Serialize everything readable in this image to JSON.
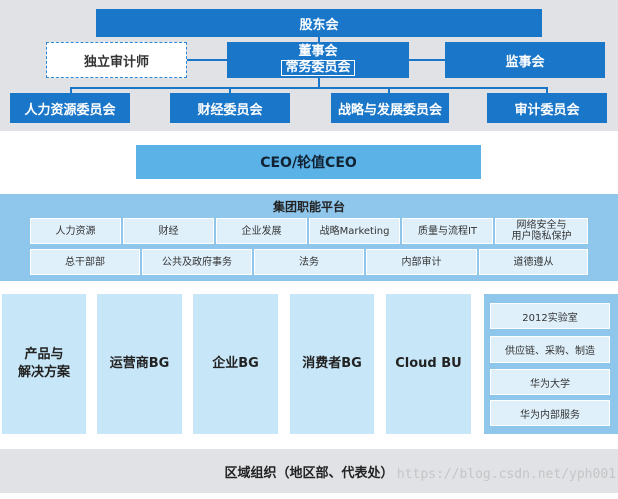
{
  "governance": {
    "shareholders": "股东会",
    "independent_auditor": "独立审计师",
    "board": "董事会",
    "executive_committee": "常务委员会",
    "supervisory_board": "监事会",
    "committees": [
      "人力资源委员会",
      "财经委员会",
      "战略与发展委员会",
      "审计委员会"
    ]
  },
  "ceo": "CEO/轮值CEO",
  "platform": {
    "title": "集团职能平台",
    "row1": [
      "人力资源",
      "财经",
      "企业发展",
      "战略Marketing",
      "质量与流程IT",
      "网络安全与\n用户隐私保护"
    ],
    "row2": [
      "总干部部",
      "公共及政府事务",
      "法务",
      "内部审计",
      "道德遵从"
    ]
  },
  "business_groups": [
    "产品与\n解决方案",
    "运营商BG",
    "企业BG",
    "消费者BG",
    "Cloud BU"
  ],
  "right_units": [
    "2012实验室",
    "供应链、采购、制造",
    "华为大学",
    "华为内部服务"
  ],
  "region": "区域组织（地区部、代表处）",
  "watermark": "https://blog.csdn.net/yph001",
  "colors": {
    "primary_blue": "#1a76c8",
    "ceo_blue": "#5bb2e6",
    "platform_blue": "#8ec6ec",
    "light_blue": "#c7e6f7",
    "gray": "#e1e2e6"
  }
}
